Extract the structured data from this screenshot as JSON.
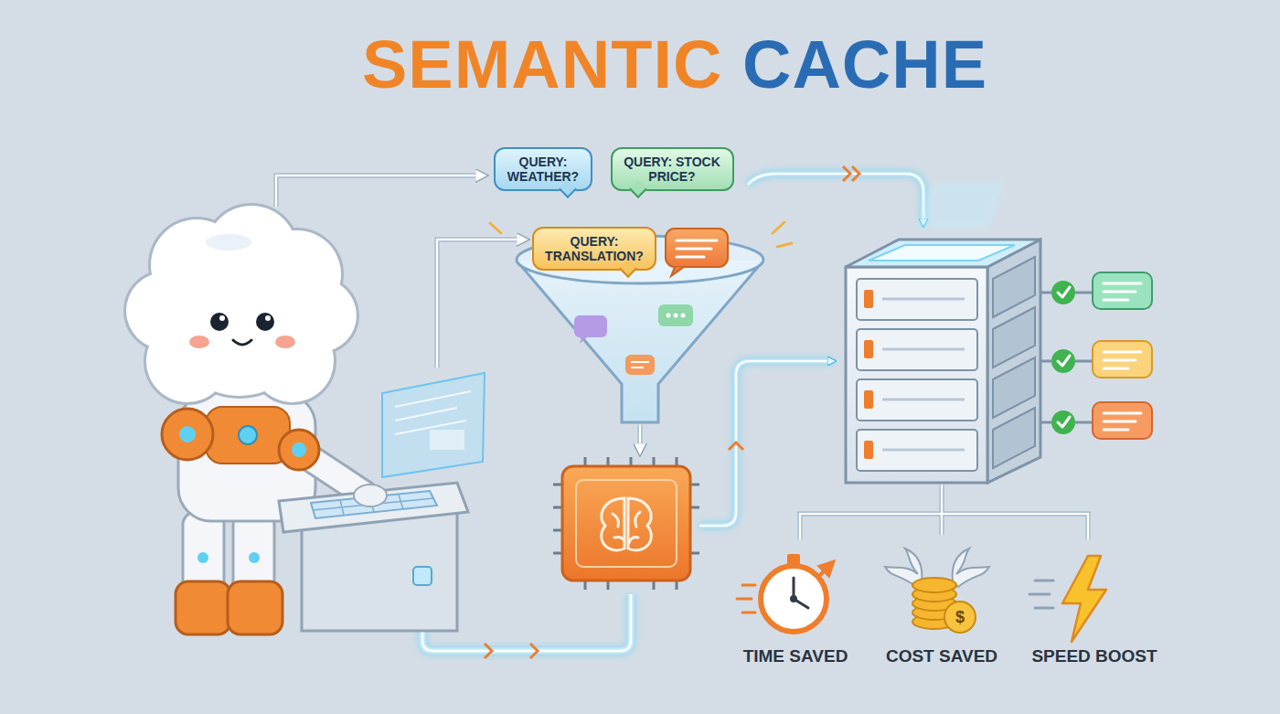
{
  "diagram": {
    "title": "SEMANTIC CACHE",
    "nodes": [
      {
        "text": [
          "QUERY: WEATHER?"
        ]
      },
      {
        "text": [
          "QUERY: STOCK PRICE?"
        ]
      },
      {
        "text": [
          "QUERY: TRANSLATION?"
        ]
      }
    ],
    "labels": [
      "TIME SAVED",
      "COST SAVED",
      "$",
      "SPEED BOOST"
    ]
  }
}
